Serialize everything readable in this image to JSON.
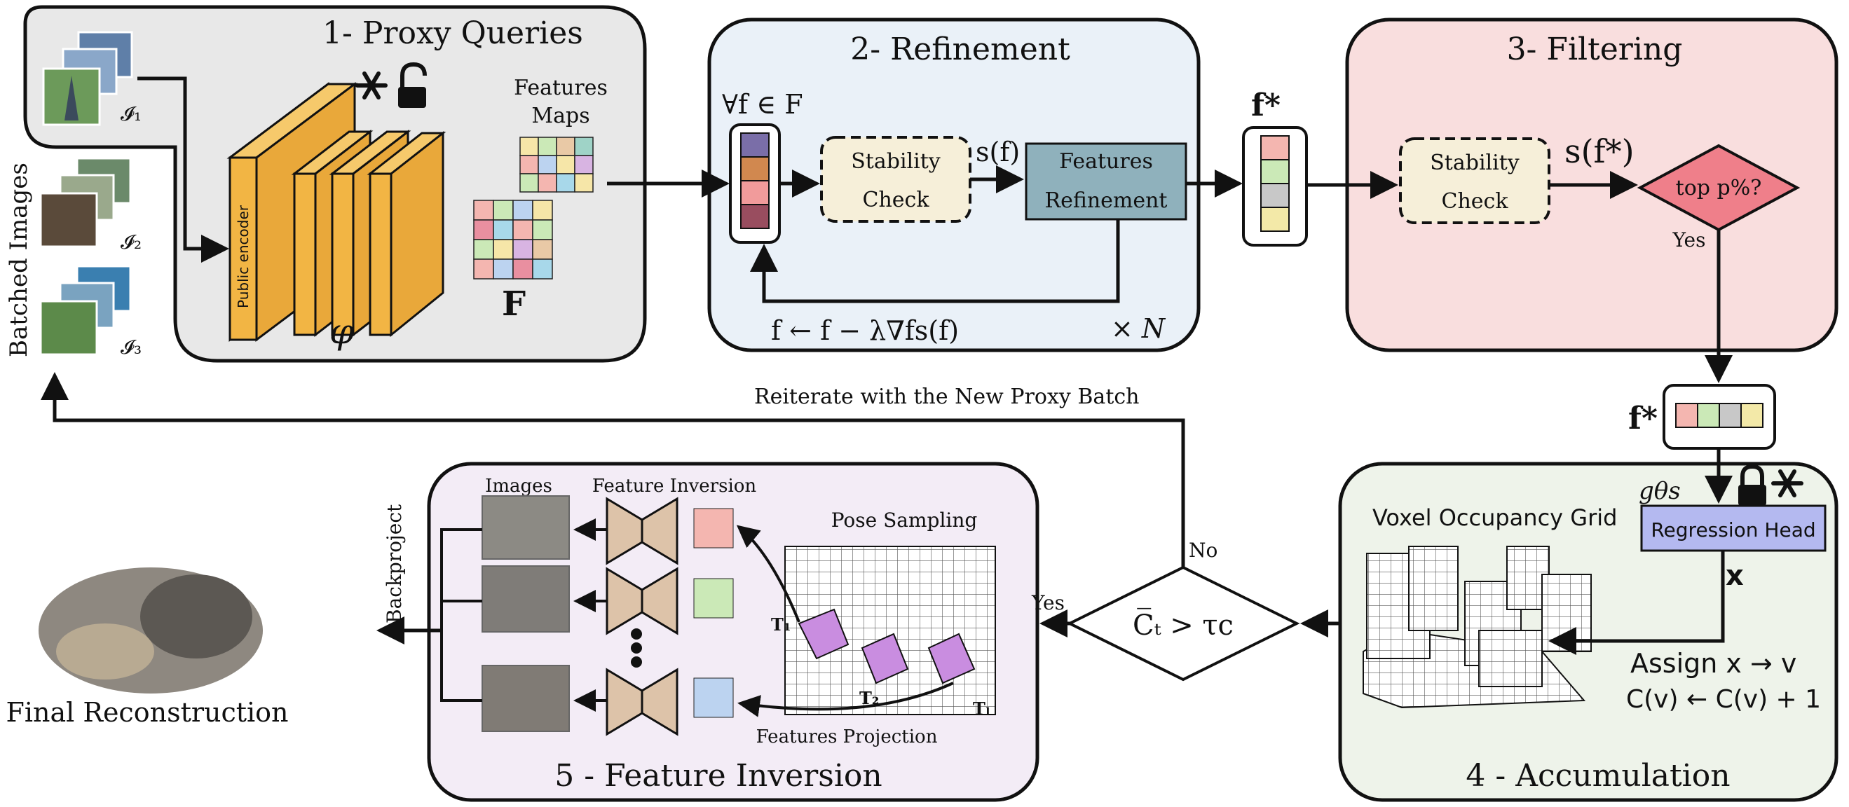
{
  "stages": {
    "proxy": {
      "title": "1- Proxy Queries",
      "encoder_label": "Public encoder",
      "phi": "φ",
      "features_maps": [
        "Features",
        "Maps"
      ],
      "features_symbol": "F",
      "image_labels": [
        "𝓘₁",
        "𝓘₂",
        "𝓘₃"
      ]
    },
    "refinement": {
      "title": "2- Refinement",
      "forall": "∀f ∈ F",
      "stability": [
        "Stability",
        "Check"
      ],
      "score": "s(f)",
      "refine_box": [
        "Features",
        "Refinement"
      ],
      "update_rule": "f ← f − λ∇fs(f)",
      "repeat": "× N"
    },
    "filtering": {
      "title": "3- Filtering",
      "stability": [
        "Stability",
        "Check"
      ],
      "score": "s(f*)",
      "top": "top p%?",
      "yes": "Yes"
    },
    "accumulation": {
      "title": "4 - Accumulation",
      "grid_label": "Voxel Occupancy Grid",
      "g_label": "gθs",
      "head": "Regression Head",
      "x": "x",
      "assign": "Assign x → v",
      "count": "C(v) ← C(v) + 1"
    },
    "inversion": {
      "title": "5 - Feature Inversion",
      "images": "Images",
      "feature_inversion": "Feature Inversion",
      "pose": "Pose Sampling",
      "projection": "Features Projection",
      "poses": [
        "T₁",
        "T₂",
        "Tₗ"
      ]
    }
  },
  "labels": {
    "batched": "Batched Images",
    "f_star": "f*",
    "reiterate": "Reiterate with the New Proxy Batch",
    "decision": "C̅ₜ > τc",
    "no": "No",
    "yes": "Yes",
    "backproject": "Backproject",
    "final": "Final Reconstruction"
  },
  "colors": {
    "stage1": "#e8e8e8",
    "stage2": "#eaf1f8",
    "stage3": "#f9dede",
    "stage4": "#eef3ea",
    "stage5": "#f3ecf6",
    "encoder": "#f2b544",
    "refine_box": "#8fb1bc",
    "stability": "#f6efd9",
    "top_diamond": "#ef7f8a",
    "regression": "#b4b9f0",
    "autoencoder": "#ddc3a9",
    "feature_cells": [
      "#7a6ea8",
      "#d1884f",
      "#f19b9b",
      "#994d5f"
    ],
    "fstar_cells": [
      "#f4b6b0",
      "#cbe9b7",
      "#c8c8c8",
      "#f3e9a8"
    ]
  }
}
